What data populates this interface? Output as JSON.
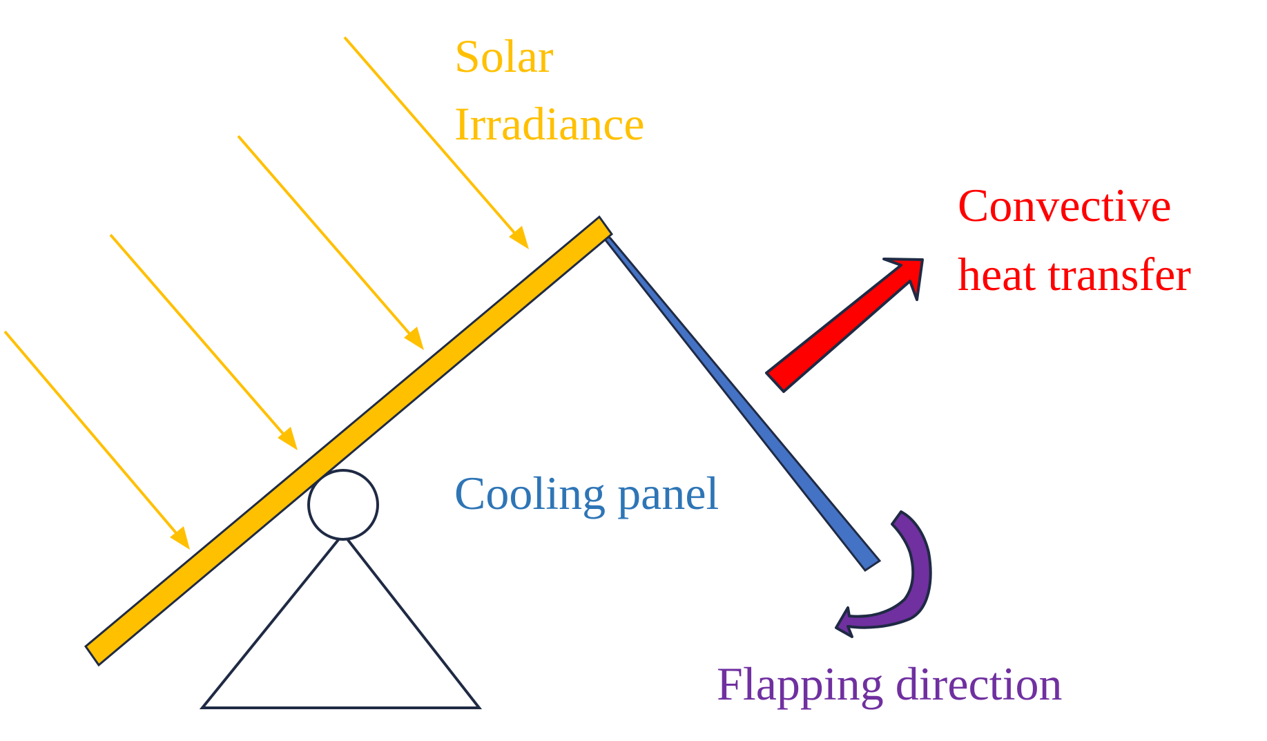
{
  "labels": {
    "solar_line1": "Solar",
    "solar_line2": "Irradiance",
    "convective_line1": "Convective",
    "convective_line2": "heat transfer",
    "cooling_panel": "Cooling panel",
    "flapping_direction": "Flapping direction"
  },
  "colors": {
    "solar": "#FFC000",
    "cooling_panel": "#4472C4",
    "cooling_text": "#2E75B6",
    "convective": "#FF0000",
    "flapping": "#7030A0",
    "outline": "#1F2A44"
  }
}
